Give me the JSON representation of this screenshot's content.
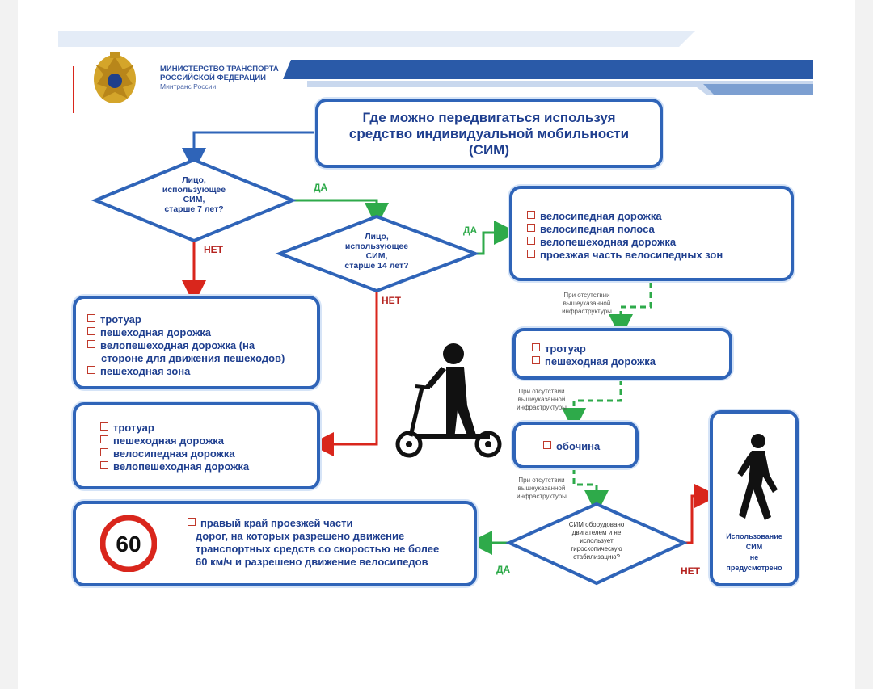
{
  "header": {
    "ministry_line1": "МИНИСТЕРСТВО ТРАНСПОРТА",
    "ministry_line2": "РОССИЙСКОЙ ФЕДЕРАЦИИ",
    "ministry_line3": "Минтранс России"
  },
  "title": {
    "line1": "Где можно передвигаться используя",
    "line2": "средство индивидуальной мобильности",
    "line3": "(СИМ)"
  },
  "decision1": {
    "line1": "Лицо,",
    "line2": "использующее",
    "line3": "СИМ,",
    "line4": "старше 7 лет?"
  },
  "decision2": {
    "line1": "Лицо,",
    "line2": "использующее",
    "line3": "СИМ,",
    "line4": "старше 14 лет?"
  },
  "decision3": {
    "line1": "СИМ оборудовано",
    "line2": "двигателем и не",
    "line3": "использует",
    "line4": "гироскопическую",
    "line5": "стабилизацию?"
  },
  "labels": {
    "yes": "ДА",
    "no": "НЕТ"
  },
  "notes": {
    "line1": "При отсутствии",
    "line2": "вышеуказанной",
    "line3": "инфраструктуры"
  },
  "box_cycle": [
    "велосипедная дорожка",
    "велосипедная полоса",
    "велопешеходная дорожка",
    "проезжая часть велосипедных зон"
  ],
  "box_sidewalk2": [
    "тротуар",
    "пешеходная дорожка"
  ],
  "box_shoulder": [
    "обочина"
  ],
  "box_under7": [
    "тротуар",
    "пешеходная дорожка",
    "велопешеходная дорожка (на",
    "стороне для движения пешеходов)",
    "пешеходная зона"
  ],
  "box_7to14": [
    "тротуар",
    "пешеходная дорожка",
    "велосипедная дорожка",
    "велопешеходная дорожка"
  ],
  "box_road": {
    "lines": [
      "правый край проезжей части",
      "дорог, на которых разрешено движение",
      "транспортных средств со скоростью не более",
      "60 км/ч и разрешено движение велосипедов"
    ],
    "sign": "60"
  },
  "box_forbidden": {
    "line1": "Использование",
    "line2": "СИМ",
    "line3": "не",
    "line4": "предусмотрено"
  },
  "colors": {
    "blue": "#2f64b8",
    "navy": "#1f3f8f",
    "green": "#2eaa4a",
    "red": "#d9261c"
  },
  "icons": [
    "emblem-icon",
    "kick-scooter-icon",
    "pedestrian-icon",
    "speed-limit-sign-icon"
  ]
}
